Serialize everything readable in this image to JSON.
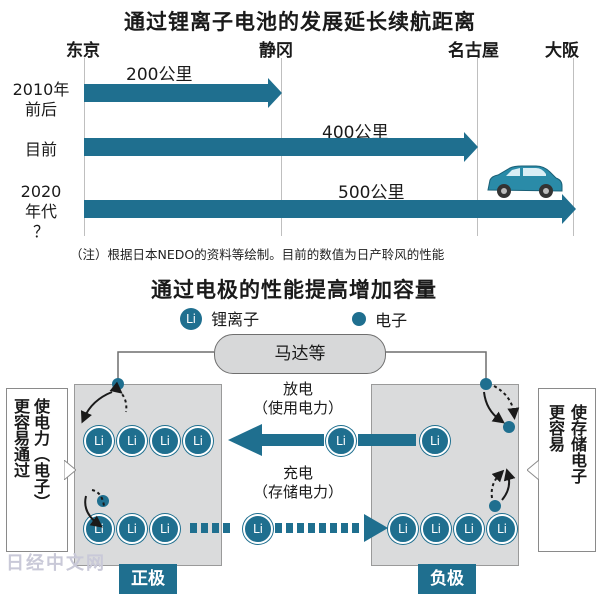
{
  "top": {
    "title": "通过锂离子电池的发展延长续航距离",
    "cities": [
      "东京",
      "静冈",
      "名古屋",
      "大阪"
    ],
    "rows": [
      {
        "label_lines": [
          "2010年",
          "前后"
        ],
        "distance": "200公里"
      },
      {
        "label_lines": [
          "目前"
        ],
        "distance": "400公里"
      },
      {
        "label_lines": [
          "2020",
          "年代",
          "？"
        ],
        "distance": "500公里"
      }
    ],
    "note": "（注）根据日本NEDO的资料等绘制。目前的数值为日产聆风的性能"
  },
  "bottom": {
    "title": "通过电极的性能提高增加容量",
    "legend": {
      "ion_symbol": "Li",
      "ion_label": "锂离子",
      "electron_label": "电子"
    },
    "motor_label": "马达等",
    "discharge": {
      "line1": "放电",
      "line2": "（使用电力）"
    },
    "charge": {
      "line1": "充电",
      "line2": "（存储电力）"
    },
    "ion_symbol": "Li",
    "positive_label": "正极",
    "negative_label": "负极",
    "left_note": [
      "使电力（电子）",
      "更容易通过"
    ],
    "right_note": [
      "使存储电子",
      "更容易"
    ]
  },
  "watermark": "日经中文网",
  "colors": {
    "accent": "#1f6f8f",
    "electrode": "#dadbdc"
  }
}
